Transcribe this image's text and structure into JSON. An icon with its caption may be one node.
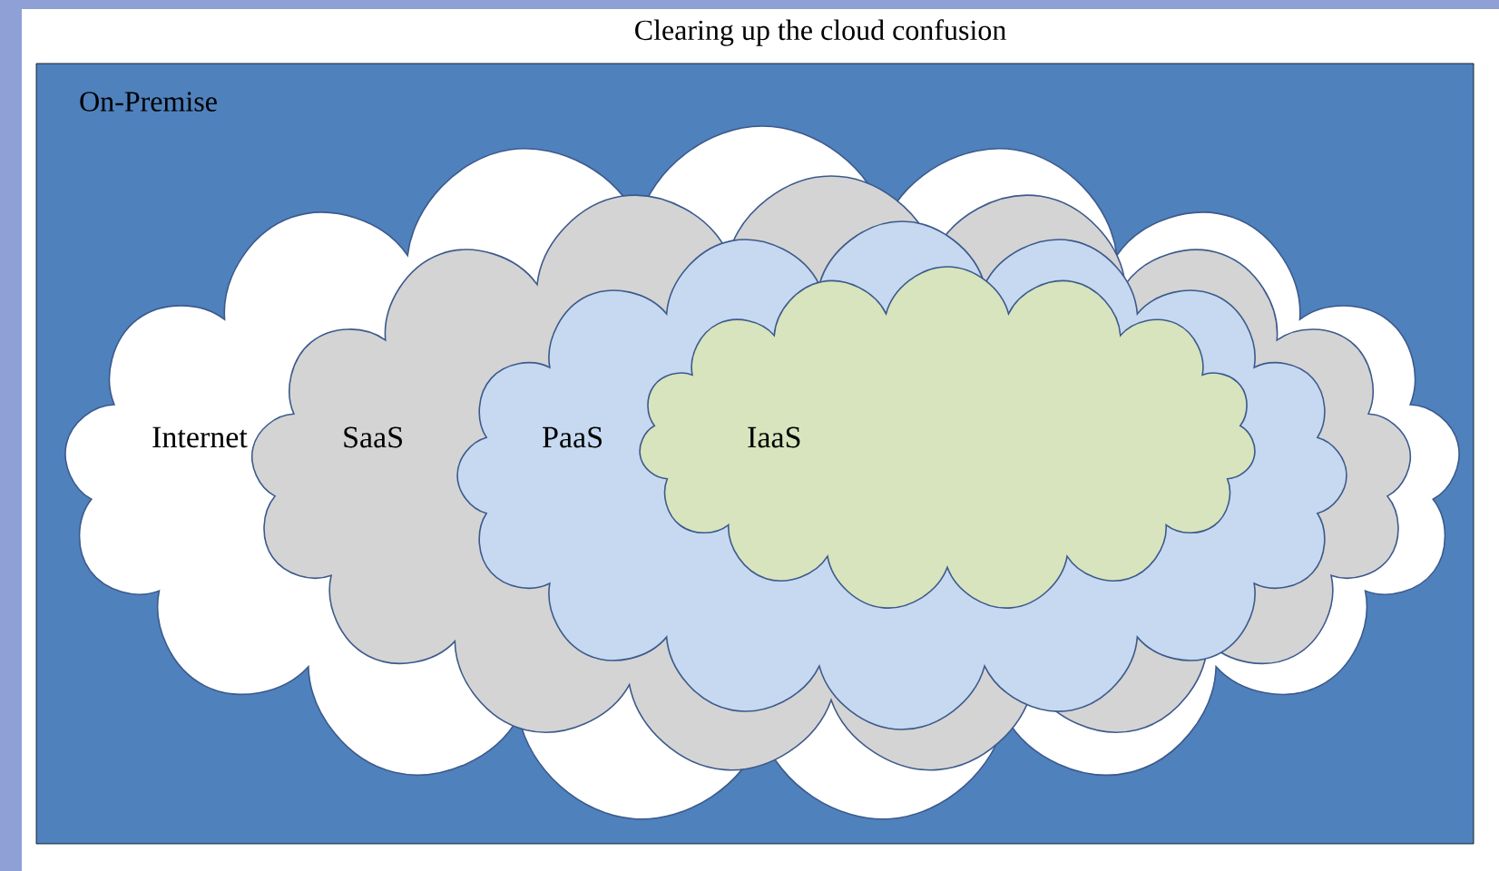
{
  "diagram": {
    "title": "Clearing up the cloud confusion",
    "nodes": [
      {
        "text": [
          "On-Premise"
        ]
      },
      {
        "text": [
          "Internet"
        ],
        "in": 0
      },
      {
        "text": [
          "SaaS"
        ],
        "in": 1
      },
      {
        "text": [
          "PaaS"
        ],
        "in": 2
      },
      {
        "text": [
          "IaaS"
        ],
        "in": 3
      }
    ]
  }
}
